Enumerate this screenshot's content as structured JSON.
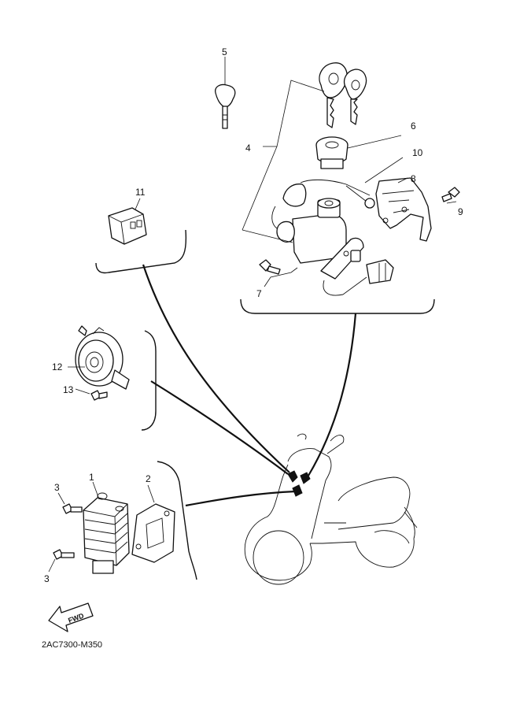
{
  "diagram": {
    "callouts": [
      "1",
      "2",
      "3",
      "3",
      "4",
      "5",
      "6",
      "7",
      "8",
      "9",
      "10",
      "11",
      "12",
      "13"
    ],
    "direction_marker": "FWD",
    "drawing_code": "2AC7300-M350"
  }
}
